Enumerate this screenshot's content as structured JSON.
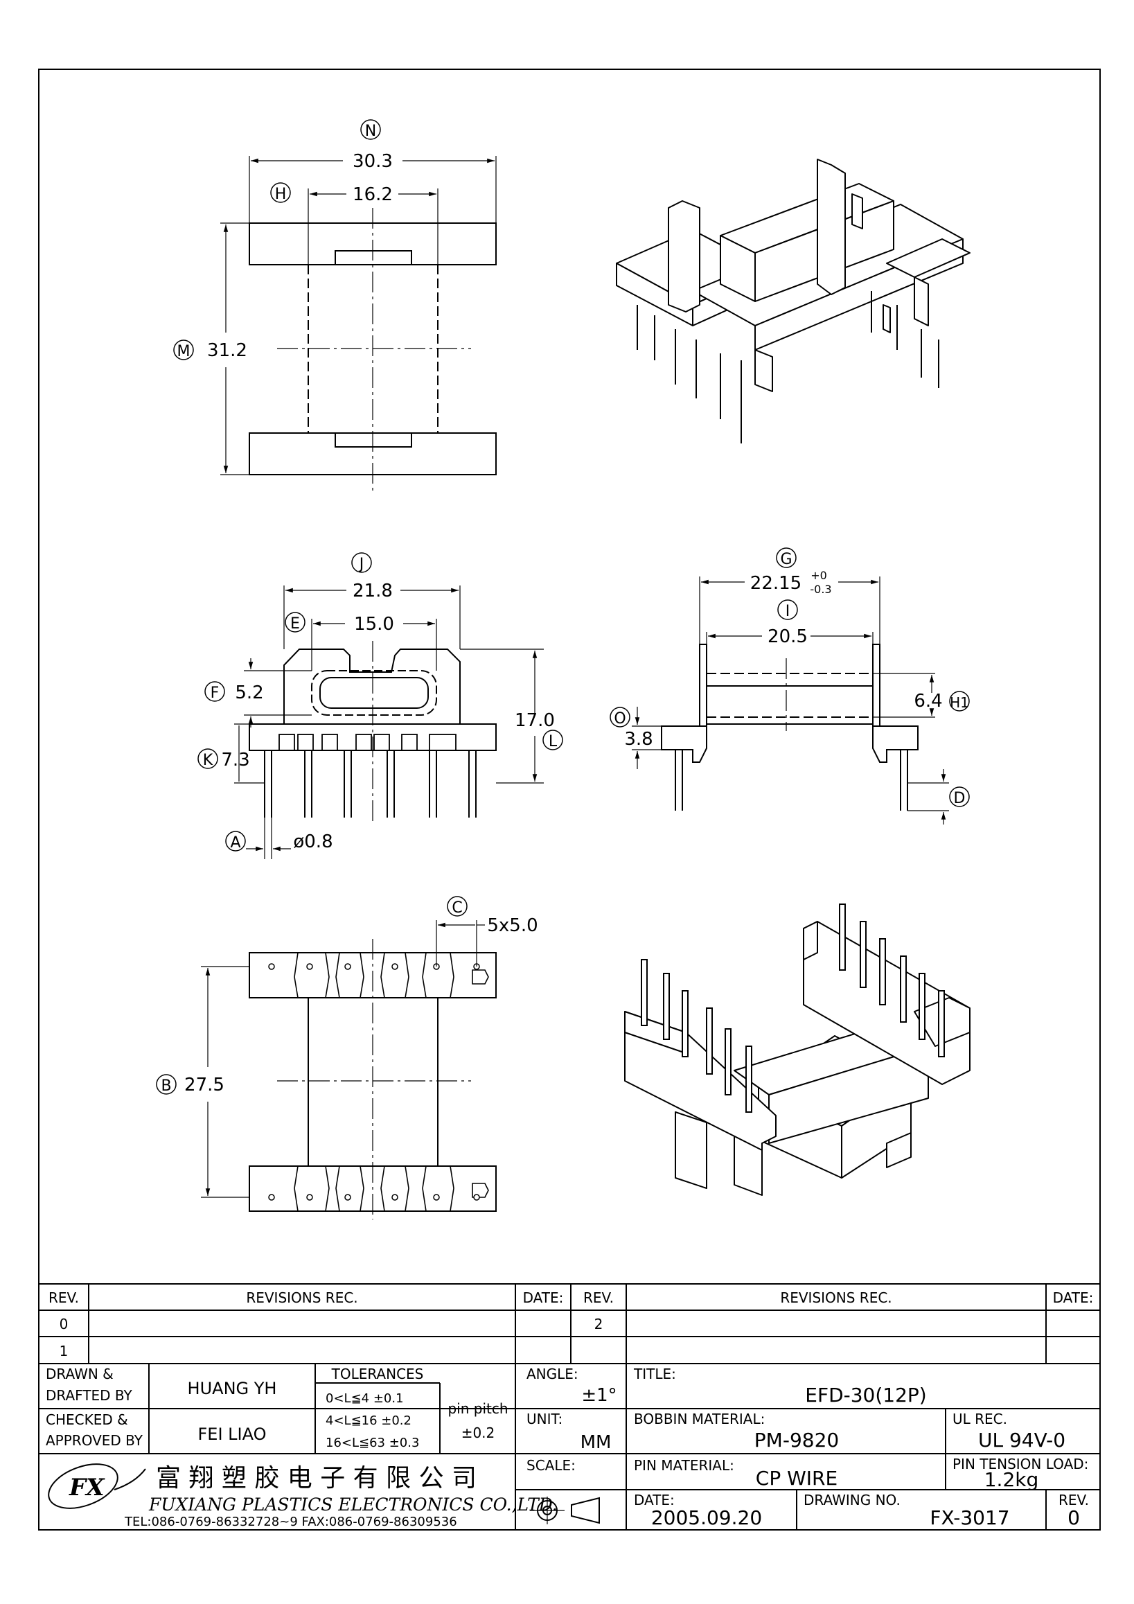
{
  "views": {
    "top": {
      "labels": {
        "N": "N",
        "H": "H",
        "M": "M"
      },
      "dims": {
        "overall_width": "30.3",
        "flange_inner": "16.2",
        "height": "31.2"
      }
    },
    "front": {
      "labels": {
        "J": "J",
        "E": "E",
        "F": "F",
        "K": "K",
        "L": "L",
        "A": "A"
      },
      "dims": {
        "width": "21.8",
        "inner_width": "15.0",
        "window": "5.2",
        "base": "7.3",
        "height": "17.0",
        "pin_dia": "ø0.8"
      }
    },
    "side": {
      "labels": {
        "G": "G",
        "I": "I",
        "O": "O",
        "H1": "H1",
        "D": "D"
      },
      "dims": {
        "length_main": "22.15",
        "tol_plus": "+0",
        "tol_minus": "-0.3",
        "length_inner": "20.5",
        "core": "6.4",
        "base": "3.8"
      }
    },
    "bottom": {
      "labels": {
        "C": "C",
        "B": "B"
      },
      "dims": {
        "pitch": "5x5.0",
        "row_spacing": "27.5"
      }
    }
  },
  "revisions": {
    "left": {
      "rev_header": "REV.",
      "rec_header": "REVISIONS   REC.",
      "date_header": "DATE:",
      "rows": [
        "0",
        "1"
      ]
    },
    "right": {
      "rev_header": "REV.",
      "rec_header": "REVISIONS   REC.",
      "date_header": "DATE:",
      "rows": [
        "2"
      ]
    }
  },
  "title_block": {
    "drawn_label": "DRAWN &\nDRAFTED BY",
    "drawn_by": "HUANG YH",
    "checked_label": "CHECKED &\nAPPROVED BY",
    "checked_by": "FEI LIAO",
    "tolerances_header": "TOLERANCES",
    "tolerances": [
      "0<L≦4   ±0.1",
      "4<L≦16  ±0.2",
      "16<L≦63  ±0.3"
    ],
    "pin_pitch_label": "pin  pitch",
    "pin_pitch_value": "±0.2",
    "angle_label": "ANGLE:",
    "angle_value": "±1°",
    "unit_label": "UNIT:",
    "unit_value": "MM",
    "scale_label": "SCALE:",
    "title_label": "TITLE:",
    "title_value": "EFD-30(12P)",
    "bobbin_material_label": "BOBBIN  MATERIAL:",
    "bobbin_material_value": "PM-9820",
    "ul_rec_label": "UL  REC.",
    "ul_rec_value": "UL  94V-0",
    "pin_material_label": "PIN  MATERIAL:",
    "pin_material_value": "CP  WIRE",
    "pin_tension_label": "PIN  TENSION  LOAD:",
    "pin_tension_value": "1.2kg",
    "date_label": "DATE:",
    "date_value": "2005.09.20",
    "drawing_no_label": "DRAWING  NO.",
    "drawing_no_value": "FX-3017",
    "rev_label": "REV.",
    "rev_value": "0",
    "company_cn": "富 翔 塑 胶 电 子 有 限 公 司",
    "company_en": "FUXIANG  PLASTICS  ELECTRONICS  CO.,LTD.",
    "contact": "TEL:086-0769-86332728~9  FAX:086-0769-86309536",
    "logo_text": "FX"
  }
}
